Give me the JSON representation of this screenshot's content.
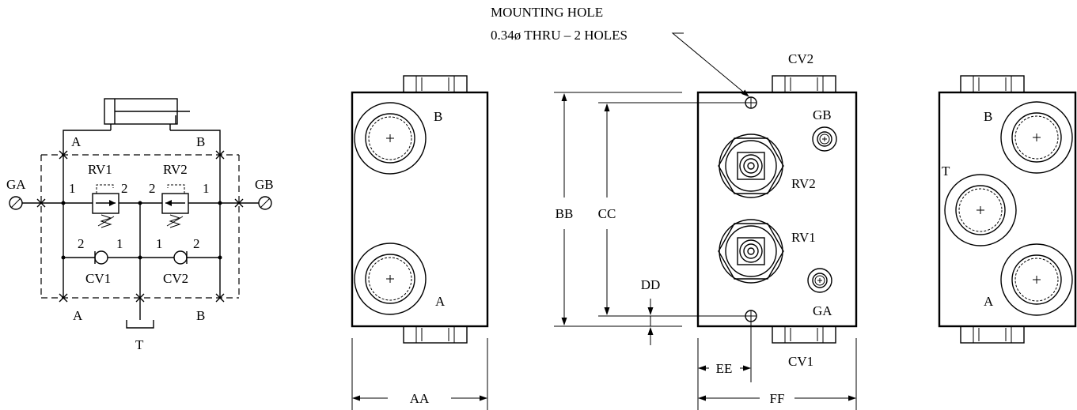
{
  "schematic": {
    "gauge_a": "GA",
    "gauge_b": "GB",
    "relief_valve_1": "RV1",
    "relief_valve_2": "RV2",
    "check_valve_1": "CV1",
    "check_valve_2": "CV2",
    "port_a_top": "A",
    "port_b_top": "B",
    "port_a_bottom": "A",
    "port_b_bottom": "B",
    "tank_port": "T",
    "rv1_port_in": "1",
    "rv1_port_out": "2",
    "rv2_port_in": "2",
    "rv2_port_out": "1",
    "cv1_port_left": "2",
    "cv1_port_right": "1",
    "cv2_port_left": "1",
    "cv2_port_right": "2"
  },
  "views": {
    "left_view": {
      "port_b": "B",
      "port_a": "A"
    },
    "front_view": {
      "mounting_hole_title": "MOUNTING HOLE",
      "mounting_hole_spec": "0.34ø THRU – 2 HOLES",
      "cv2": "CV2",
      "cv1": "CV1",
      "gb": "GB",
      "ga": "GA",
      "rv2": "RV2",
      "rv1": "RV1"
    },
    "right_view": {
      "port_b": "B",
      "port_t": "T",
      "port_a": "A"
    }
  },
  "dimensions": {
    "aa": "AA",
    "bb": "BB",
    "cc": "CC",
    "dd": "DD",
    "ee": "EE",
    "ff": "FF"
  }
}
